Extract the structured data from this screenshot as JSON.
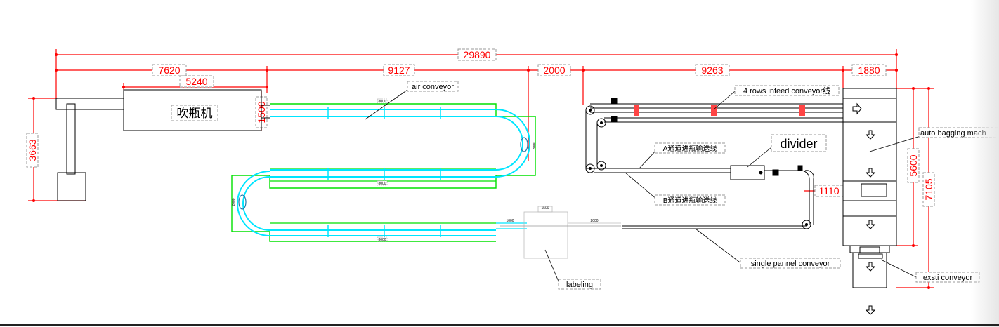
{
  "dimensions": {
    "overall": "29890",
    "seg_blow": "7620",
    "seg_air": "9127",
    "seg_gap": "2000",
    "seg_infeed": "9263",
    "seg_bag": "1880",
    "inner_blow": "5240",
    "height_blow": "1500",
    "left_height": "3663",
    "bag_height": "5600",
    "bag_total": "7105",
    "divider_offset": "1110"
  },
  "small_dims": {
    "top_len": "8000",
    "mid_len": "8000",
    "bot_len": "8000",
    "right_turn": "2000",
    "left_turn": "2000",
    "pre_label": "1000",
    "label_width": "1500",
    "post_label": "2000"
  },
  "labels": {
    "blow_machine": "吹瓶机",
    "air_conveyor": "air conveyor",
    "infeed": "4 rows  infeed conveyor线",
    "divider": "divider",
    "a_channel": "A通道进瓶输送线",
    "b_channel": "B通道进瓶输送线",
    "single_pannel": "single  pannel conveyor",
    "labeling": "labeling",
    "auto_bagging": "auto bagging mach",
    "exit_conveyor": "exsti conveyor"
  },
  "colors": {
    "dimension": "#ff0000",
    "air_track": "#00e000",
    "air_rail": "#00e5ff",
    "line": "#000000",
    "label_box": "#999999"
  }
}
